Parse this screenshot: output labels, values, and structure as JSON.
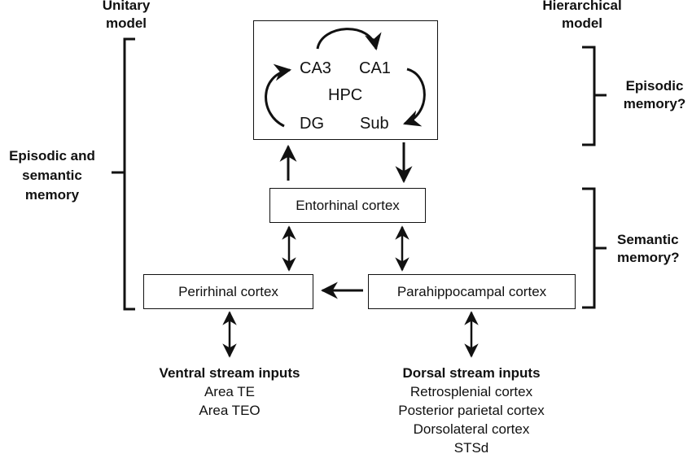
{
  "left_model": {
    "title_line1": "Unitary",
    "title_line2": "model",
    "bracket_label_line1": "Episodic and",
    "bracket_label_line2": "semantic",
    "bracket_label_line3": "memory"
  },
  "right_model": {
    "title_line1": "Hierarchical",
    "title_line2": "model",
    "upper_bracket_line1": "Episodic",
    "upper_bracket_line2": "memory?",
    "lower_bracket_line1": "Semantic",
    "lower_bracket_line2": "memory?"
  },
  "hippocampus": {
    "center": "HPC",
    "ca3": "CA3",
    "ca1": "CA1",
    "dg": "DG",
    "sub": "Sub"
  },
  "boxes": {
    "entorhinal": "Entorhinal cortex",
    "perirhinal": "Perirhinal cortex",
    "parahippocampal": "Parahippocampal cortex"
  },
  "ventral": {
    "title": "Ventral stream inputs",
    "items": [
      "Area TE",
      "Area TEO"
    ]
  },
  "dorsal": {
    "title": "Dorsal stream inputs",
    "items": [
      "Retrosplenial cortex",
      "Posterior parietal cortex",
      "Dorsolateral cortex",
      "STSd"
    ]
  }
}
